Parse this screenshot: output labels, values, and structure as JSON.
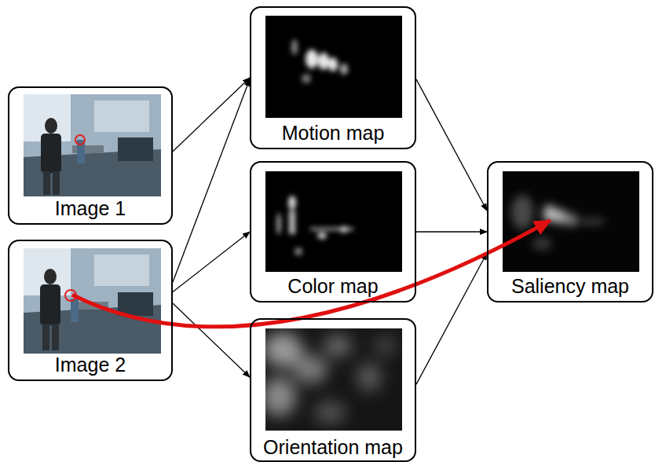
{
  "diagram": {
    "nodes": [
      {
        "text": [
          "Image 1"
        ]
      },
      {
        "text": [
          "Image 2"
        ]
      },
      {
        "text": [
          "Motion map"
        ]
      },
      {
        "text": [
          "Color map"
        ]
      },
      {
        "text": [
          "Orientation map"
        ]
      },
      {
        "text": [
          "Saliency map"
        ]
      }
    ],
    "edges": [
      {
        "from": 0,
        "to": 2,
        "arrow": "to"
      },
      {
        "from": 1,
        "to": 2,
        "arrow": "to"
      },
      {
        "from": 1,
        "to": 3,
        "arrow": "to"
      },
      {
        "from": 1,
        "to": 4,
        "arrow": "to"
      },
      {
        "from": 2,
        "to": 5,
        "arrow": "to"
      },
      {
        "from": 3,
        "to": 5,
        "arrow": "to"
      },
      {
        "from": 4,
        "to": 5,
        "arrow": "to"
      },
      {
        "from": 1,
        "to": 5,
        "arrow": "to"
      }
    ]
  }
}
